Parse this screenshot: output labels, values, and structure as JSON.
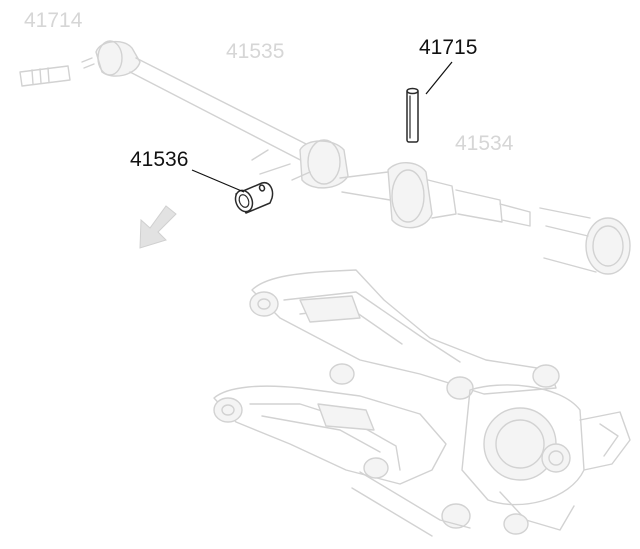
{
  "labels": {
    "part_41714": "41714",
    "part_41535": "41535",
    "part_41715": "41715",
    "part_41534": "41534",
    "part_41536": "41536"
  },
  "colors": {
    "highlighted_part_line": "#2a2a2a",
    "context_part_line": "#d2d2d2",
    "arrow_fill": "#e2e2e2"
  }
}
